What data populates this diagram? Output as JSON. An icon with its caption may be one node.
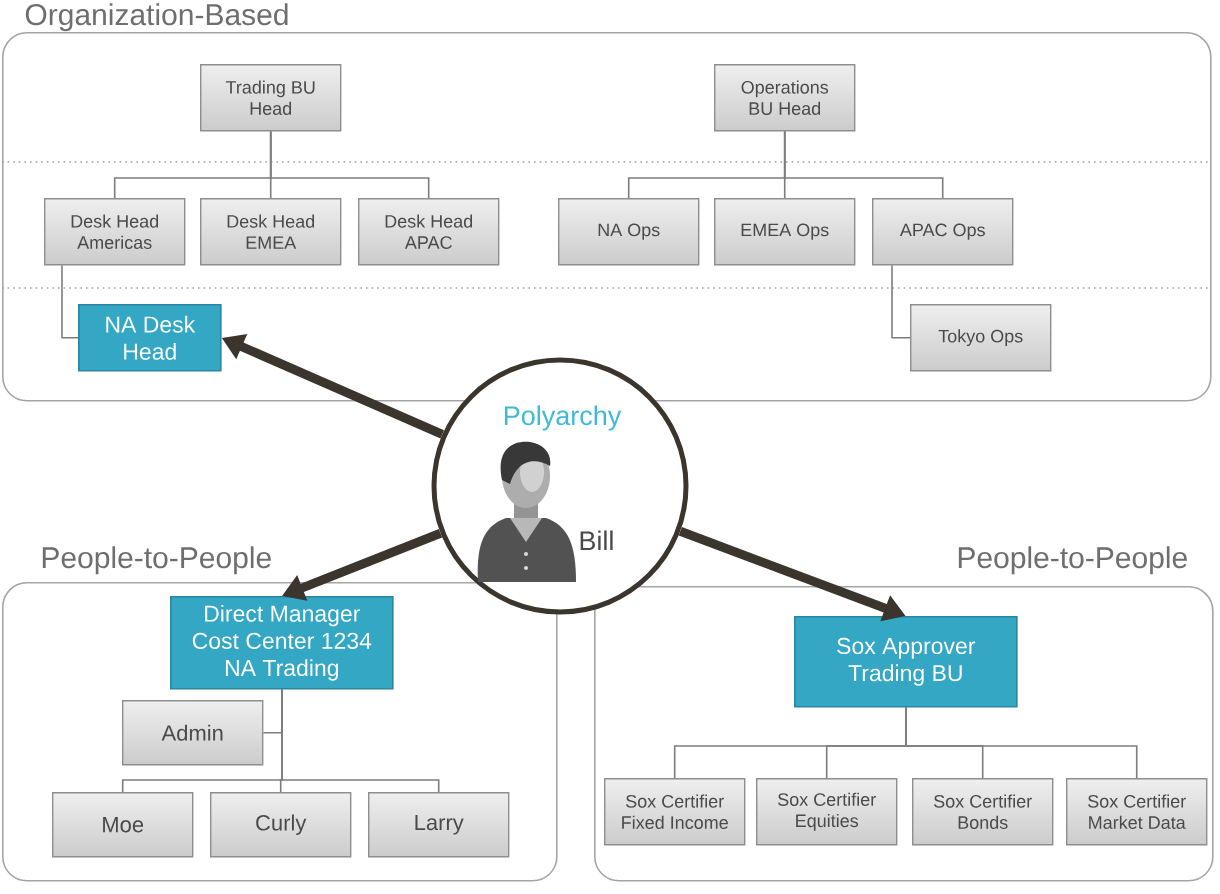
{
  "diagram": {
    "nodes": [
      {
        "text": [
          "Organization-Based"
        ]
      },
      {
        "text": [
          "Trading BU Head"
        ],
        "in": 0
      },
      {
        "text": [
          "Operations BU Head"
        ],
        "in": 0
      },
      {
        "text": [
          "Desk Head Americas"
        ],
        "in": 0
      },
      {
        "text": [
          "Desk Head EMEA"
        ],
        "in": 0
      },
      {
        "text": [
          "Desk Head APAC"
        ],
        "in": 0
      },
      {
        "text": [
          "NA Ops"
        ],
        "in": 0
      },
      {
        "text": [
          "EMEA Ops"
        ],
        "in": 0
      },
      {
        "text": [
          "APAC Ops"
        ],
        "in": 0
      },
      {
        "text": [
          "NA Desk Head"
        ],
        "in": 0
      },
      {
        "text": [
          "Tokyo Ops"
        ],
        "in": 0
      },
      {
        "text": [
          "Polyarchy",
          "Bill"
        ]
      },
      {
        "text": [
          "People-to-People"
        ]
      },
      {
        "text": [
          "Direct Manager Cost Center 1234 NA Trading"
        ],
        "in": 12
      },
      {
        "text": [
          "Admin"
        ],
        "in": 12
      },
      {
        "text": [
          "Moe"
        ],
        "in": 12
      },
      {
        "text": [
          "Curly"
        ],
        "in": 12
      },
      {
        "text": [
          "Larry"
        ],
        "in": 12
      },
      {
        "text": [
          "People-to-People"
        ]
      },
      {
        "text": [
          "Sox Approver Trading BU"
        ],
        "in": 18
      },
      {
        "text": [
          "Sox Certifier Fixed Income"
        ],
        "in": 18
      },
      {
        "text": [
          "Sox Certifier Equities"
        ],
        "in": 18
      },
      {
        "text": [
          "Sox Certifier Bonds"
        ],
        "in": 18
      },
      {
        "text": [
          "Sox Certifier Market Data"
        ],
        "in": 18
      }
    ],
    "edges": [
      {
        "from": 1,
        "to": 3,
        "arrow": "none"
      },
      {
        "from": 1,
        "to": 4,
        "arrow": "none"
      },
      {
        "from": 1,
        "to": 5,
        "arrow": "none"
      },
      {
        "from": 2,
        "to": 6,
        "arrow": "none"
      },
      {
        "from": 2,
        "to": 7,
        "arrow": "none"
      },
      {
        "from": 2,
        "to": 8,
        "arrow": "none"
      },
      {
        "from": 3,
        "to": 9,
        "arrow": "none"
      },
      {
        "from": 8,
        "to": 10,
        "arrow": "none"
      },
      {
        "from": 13,
        "to": 14,
        "arrow": "none"
      },
      {
        "from": 13,
        "to": 15,
        "arrow": "none"
      },
      {
        "from": 13,
        "to": 16,
        "arrow": "none"
      },
      {
        "from": 13,
        "to": 17,
        "arrow": "none"
      },
      {
        "from": 19,
        "to": 20,
        "arrow": "none"
      },
      {
        "from": 19,
        "to": 21,
        "arrow": "none"
      },
      {
        "from": 19,
        "to": 22,
        "arrow": "none"
      },
      {
        "from": 19,
        "to": 23,
        "arrow": "none"
      },
      {
        "from": 11,
        "to": 9,
        "arrow": "to",
        "style": "thick",
        "color": "#3b352e"
      },
      {
        "from": 11,
        "to": 13,
        "arrow": "to",
        "style": "thick",
        "color": "#3b352e"
      },
      {
        "from": 11,
        "to": 19,
        "arrow": "to",
        "style": "thick",
        "color": "#3b352e"
      }
    ]
  }
}
